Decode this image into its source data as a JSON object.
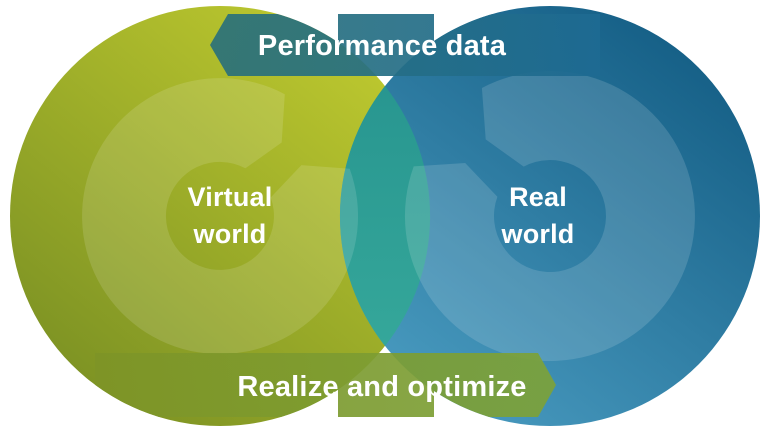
{
  "diagram": {
    "kind": "venn-cycle-diagram",
    "top_arrow_label": "Performance data",
    "bottom_arrow_label": "Realize and optimize",
    "left_circle": {
      "line1": "Virtual",
      "line2": "world"
    },
    "right_circle": {
      "line1": "Real",
      "line2": "world"
    }
  },
  "colors": {
    "virtual_green_light": "#bec92f",
    "virtual_green_dark": "#7a9023",
    "real_blue_dark": "#166087",
    "real_blue_light": "#4a9cc1",
    "overlap_teal_top": "#289690",
    "overlap_teal_bottom": "#35a79a",
    "top_arrow_teal_left": "#2b7179",
    "top_arrow_teal_right": "#1d6a93",
    "bottom_arrow_olive_left": "#7e9426",
    "bottom_arrow_olive_right": "#7ca23a",
    "ring_highlight": "#ffffff",
    "label_text": "#ffffff"
  }
}
